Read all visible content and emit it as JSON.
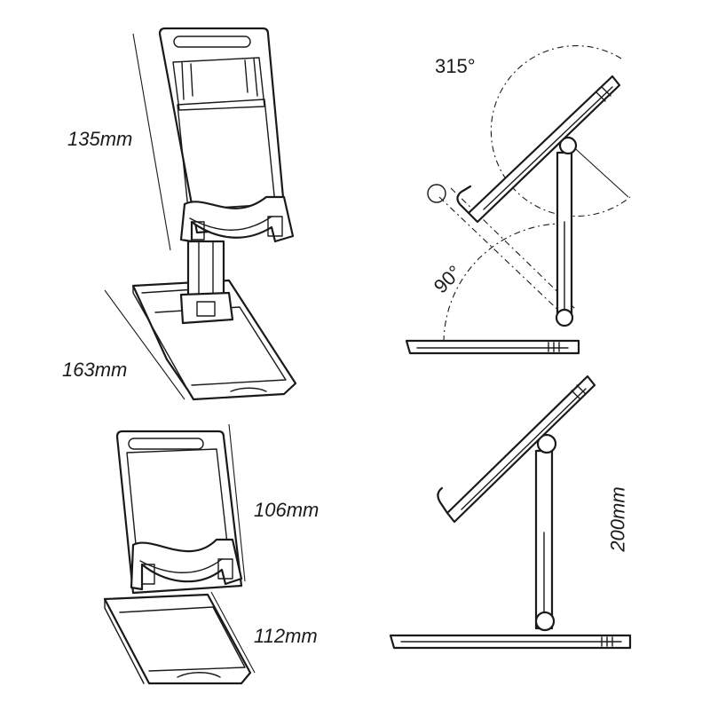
{
  "dimensions": {
    "height_upper": "135mm",
    "depth_upper": "163mm",
    "height_lower": "106mm",
    "depth_lower": "112mm",
    "total_height": "200mm"
  },
  "angles": {
    "tilt_max": "315°",
    "rotation": "90°"
  },
  "colors": {
    "line": "#1a1a1a",
    "background": "#ffffff"
  }
}
